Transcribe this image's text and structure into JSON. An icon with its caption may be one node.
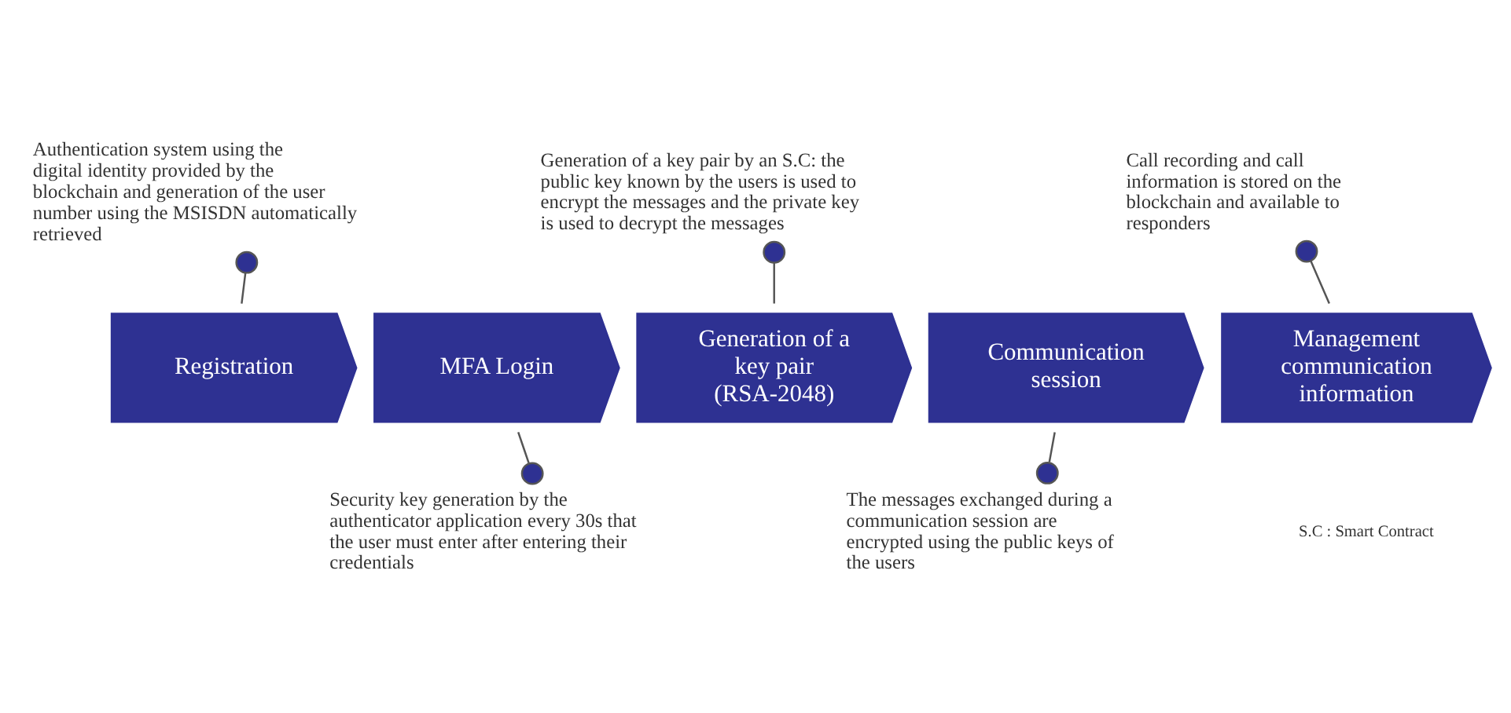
{
  "diagram": {
    "nodes": [
      {
        "text": [
          "Registration"
        ]
      },
      {
        "text": [
          "MFA Login"
        ]
      },
      {
        "text": [
          "Generation of a key pair (RSA-2048)"
        ]
      },
      {
        "text": [
          "Communication session"
        ]
      },
      {
        "text": [
          "Management communication information"
        ]
      },
      {
        "text": [
          "Authentication system using the digital identity provided by the blockchain and generation of the user number using the MSISDN automatically retrieved"
        ]
      },
      {
        "text": [
          "Security key generation by the authenticator application every 30s that the user must enter after entering their credentials"
        ]
      },
      {
        "text": [
          "Generation of a key pair by an S.C: the public key known by the users is used to encrypt the messages and the private key is used to decrypt the messages"
        ]
      },
      {
        "text": [
          "The messages exchanged during a communication session are encrypted using the public keys of the users"
        ]
      },
      {
        "text": [
          "Call recording and call information is stored on the blockchain and available to responders"
        ]
      }
    ],
    "edges": [
      {
        "from": 5,
        "to": 0,
        "arrow": "other"
      },
      {
        "from": 6,
        "to": 1,
        "arrow": "other"
      },
      {
        "from": 7,
        "to": 2,
        "arrow": "other"
      },
      {
        "from": 8,
        "to": 3,
        "arrow": "other"
      },
      {
        "from": 9,
        "to": 4,
        "arrow": "other"
      }
    ],
    "labels": [
      "S.C : Smart Contract"
    ]
  }
}
